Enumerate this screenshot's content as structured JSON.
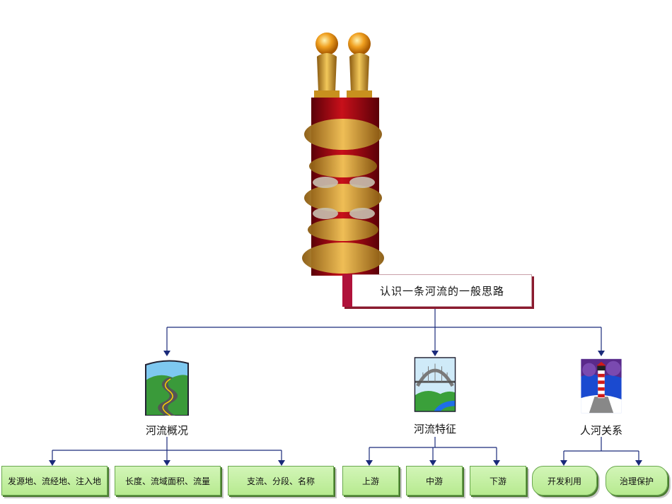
{
  "root": {
    "label": "认识一条河流的一般思路"
  },
  "categories": [
    {
      "label": "河流概况",
      "icon": "winding-road-icon",
      "children": [
        "发源地、流经地、注入地",
        "长度、流域面积、流量",
        "支流、分段、名称"
      ]
    },
    {
      "label": "河流特征",
      "icon": "arch-bridge-icon",
      "children": [
        "上游",
        "中游",
        "下游"
      ]
    },
    {
      "label": "人河关系",
      "icon": "lighthouse-icon",
      "children": [
        "开发利用",
        "治理保护"
      ]
    }
  ],
  "colors": {
    "connector": "#1a2a7a",
    "leaf_fill": "#c6f0a4",
    "root_accent": "#b0123a"
  }
}
